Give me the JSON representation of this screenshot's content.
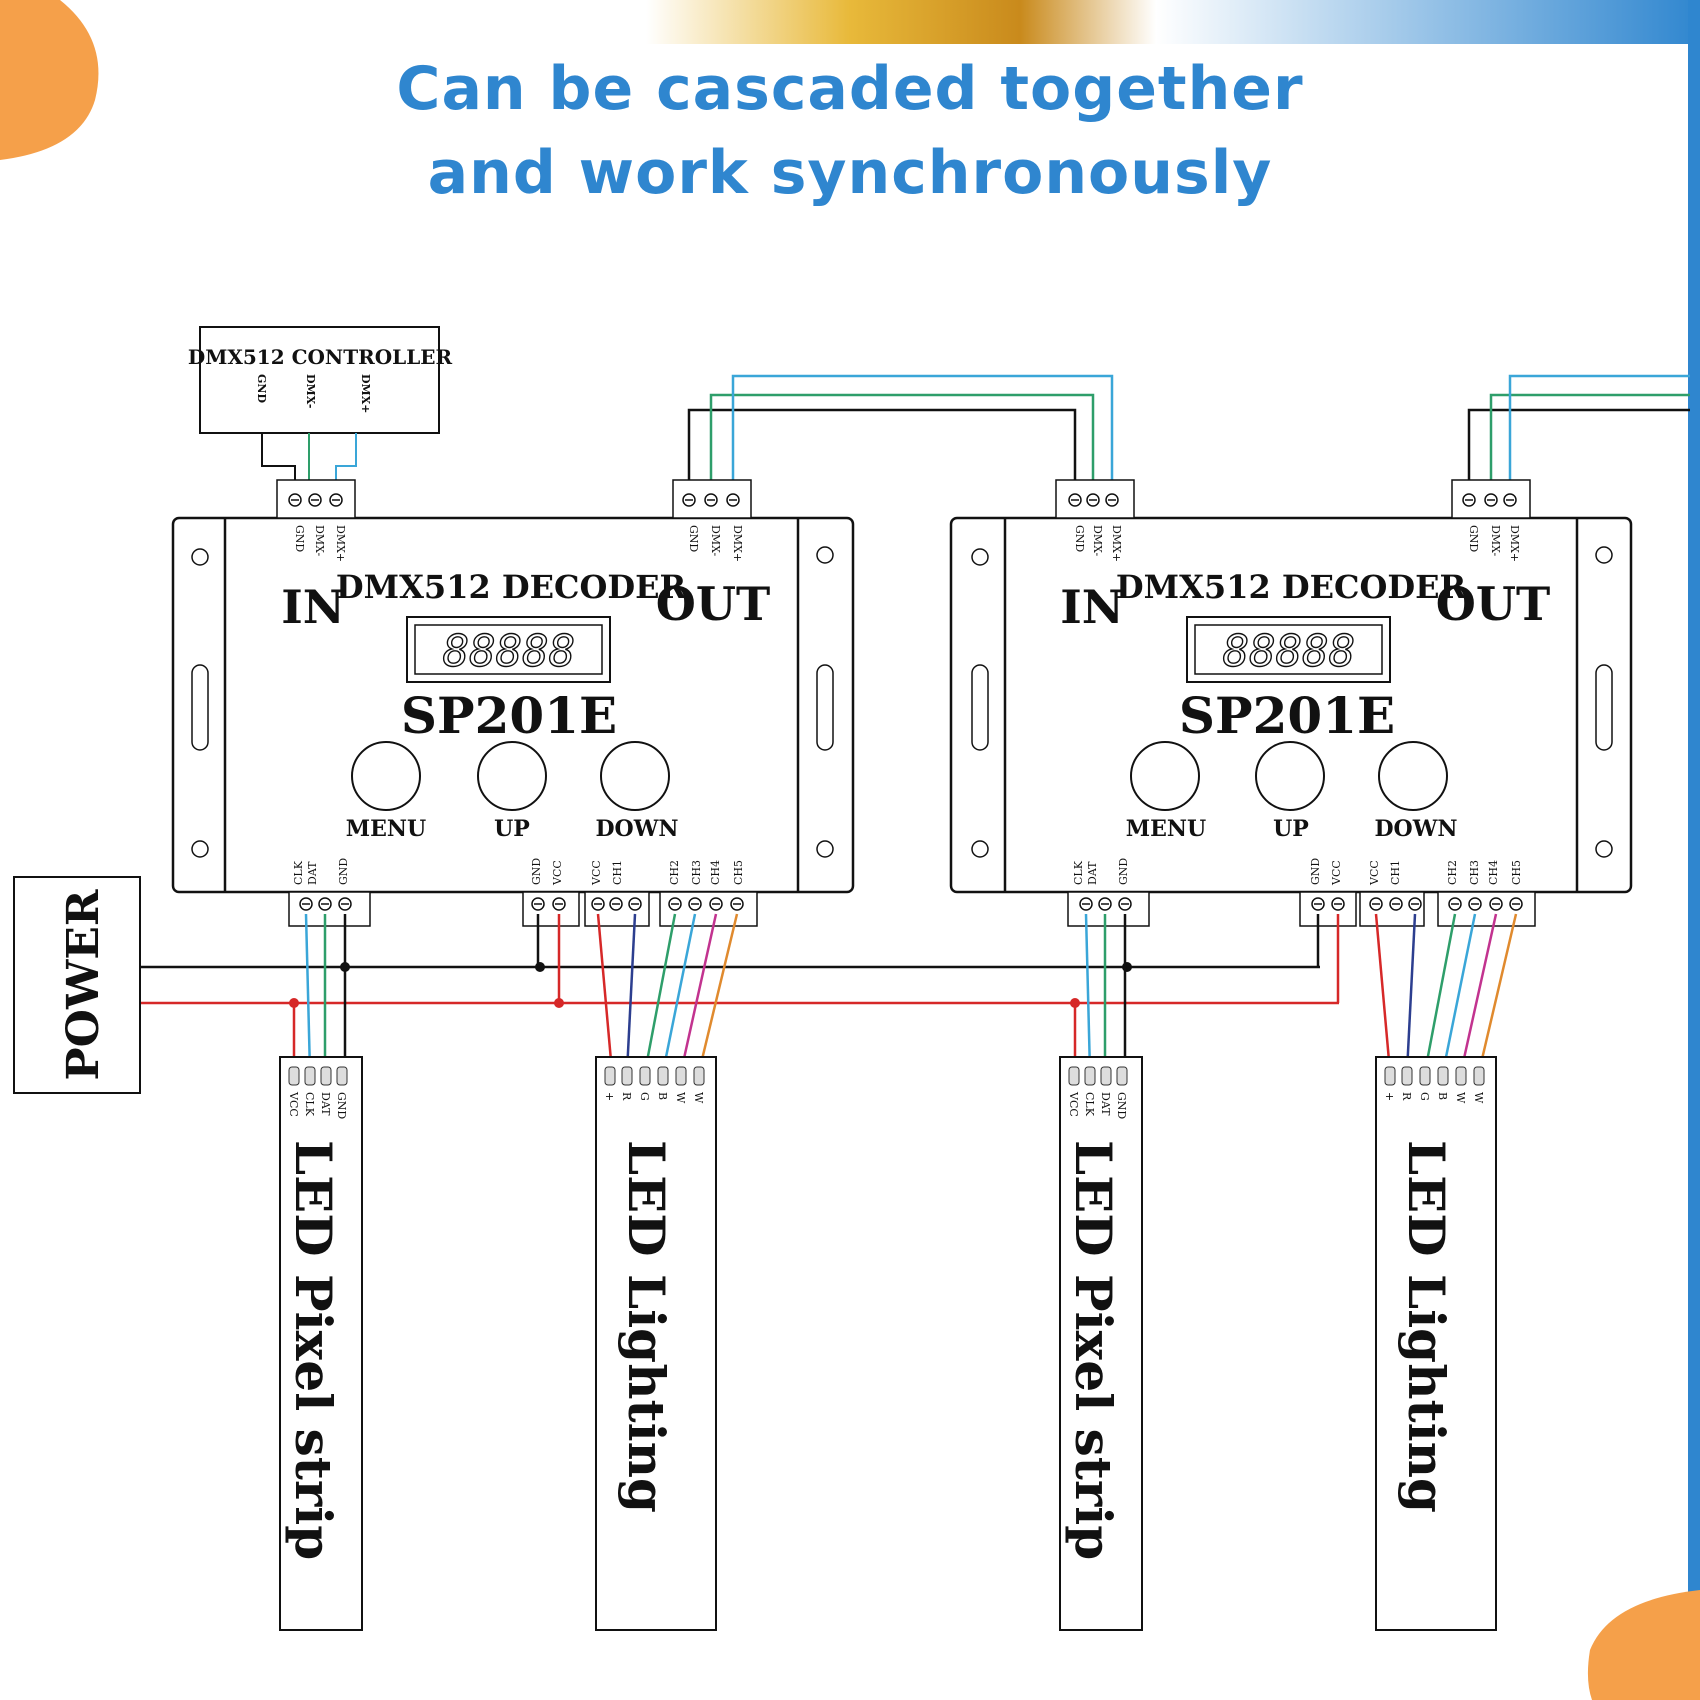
{
  "title_line1": "Can be cascaded together",
  "title_line2": "and work synchronously",
  "controller": {
    "label": "DMX512 CONTROLLER",
    "pins": [
      "GND",
      "DMX-",
      "DMX+"
    ]
  },
  "decoder": {
    "label": "DMX512 DECODER",
    "model": "SP201E",
    "display": "88888",
    "in_label": "IN",
    "out_label": "OUT",
    "dmx_pins": [
      "GND",
      "DMX-",
      "DMX+"
    ],
    "buttons": [
      "MENU",
      "UP",
      "DOWN"
    ],
    "bottom_pins": [
      "CLK",
      "DAT",
      "GND",
      "GND",
      "VCC",
      "VCC",
      "CH1",
      "CH2",
      "CH3",
      "CH4",
      "CH5"
    ]
  },
  "power_label": "POWER",
  "strips": {
    "pixel": {
      "label": "LED Pixel strip",
      "pins": [
        "VCC",
        "CLK",
        "DAT",
        "GND"
      ]
    },
    "lighting": {
      "label": "LED Lighting",
      "pins": [
        "+",
        "R",
        "G",
        "B",
        "W",
        "W"
      ]
    }
  },
  "colors": {
    "title": "#2f86cf",
    "wire_red": "#d62828",
    "wire_black": "#111111",
    "wire_green": "#2e9e6a",
    "wire_blue": "#3aa6d8",
    "wire_navy": "#2c3e8f",
    "wire_magenta": "#c2338f",
    "wire_orange": "#e08a2e"
  }
}
